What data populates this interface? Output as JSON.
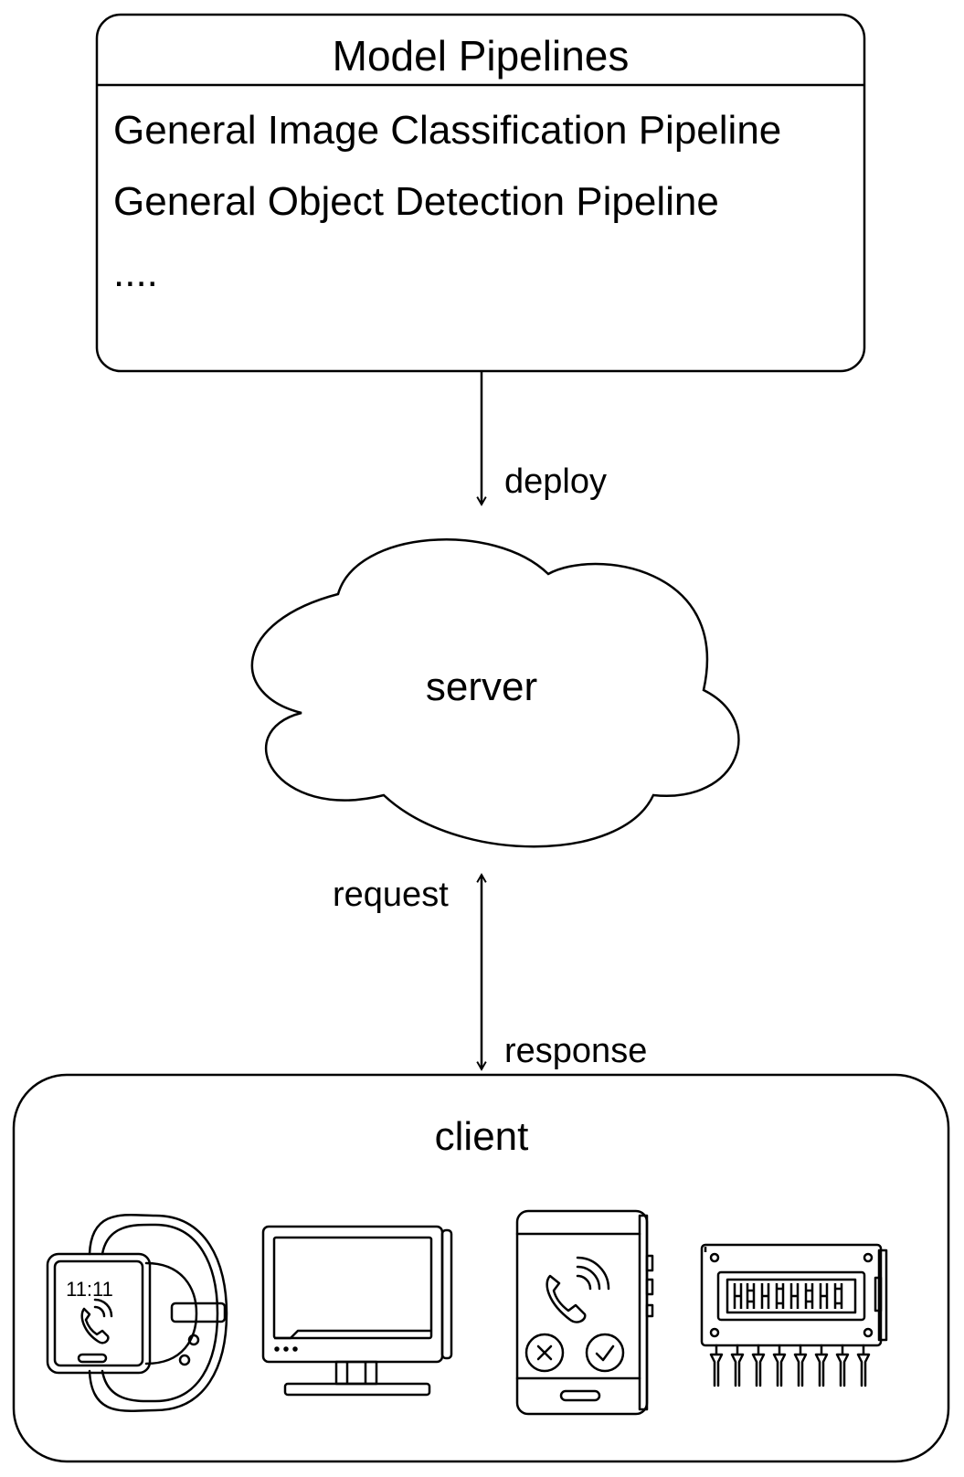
{
  "pipelines": {
    "title": "Model Pipelines",
    "items": [
      "General Image Classification Pipeline",
      "General Object Detection Pipeline",
      "...."
    ]
  },
  "edges": {
    "deploy": "deploy",
    "request": "request",
    "response": "response"
  },
  "server": {
    "label": "server"
  },
  "client": {
    "label": "client",
    "devices": [
      {
        "icon": "smartwatch-icon",
        "time": "11:11"
      },
      {
        "icon": "monitor-icon"
      },
      {
        "icon": "smartphone-icon"
      },
      {
        "icon": "circuit-board-icon"
      }
    ]
  }
}
